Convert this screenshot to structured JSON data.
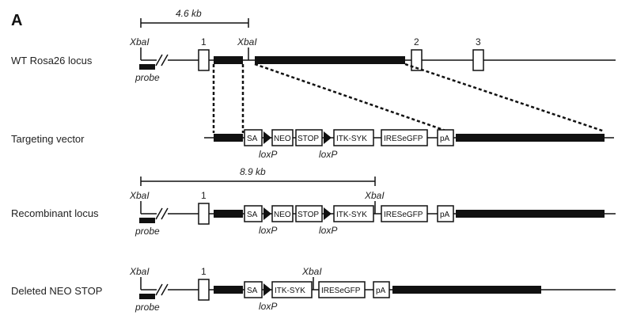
{
  "panel_label": "A",
  "rows": {
    "wt": {
      "label": "WT Rosa26 locus",
      "scale_label": "4.6 kb",
      "site_left": "XbaI",
      "site_right": "XbaI",
      "probe": "probe",
      "exon1": "1",
      "exon2": "2",
      "exon3": "3"
    },
    "tv": {
      "label": "Targeting vector",
      "sa": "SA",
      "neo": "NEO",
      "stop": "STOP",
      "itk": "ITK-SYK",
      "ires": "IRESeGFP",
      "pa": "pA",
      "loxp1": "loxP",
      "loxp2": "loxP"
    },
    "rec": {
      "label": "Recombinant locus",
      "scale_label": "8.9 kb",
      "site_left": "XbaI",
      "site_right": "XbaI",
      "probe": "probe",
      "exon1": "1",
      "sa": "SA",
      "neo": "NEO",
      "stop": "STOP",
      "itk": "ITK-SYK",
      "ires": "IRESeGFP",
      "pa": "pA",
      "loxp1": "loxP",
      "loxp2": "loxP"
    },
    "del": {
      "label": "Deleted NEO STOP",
      "site_left": "XbaI",
      "site_right": "XbaI",
      "probe": "probe",
      "exon1": "1",
      "sa": "SA",
      "itk": "ITK-SYK",
      "ires": "IRESeGFP",
      "pa": "pA",
      "loxp": "loxP"
    }
  }
}
